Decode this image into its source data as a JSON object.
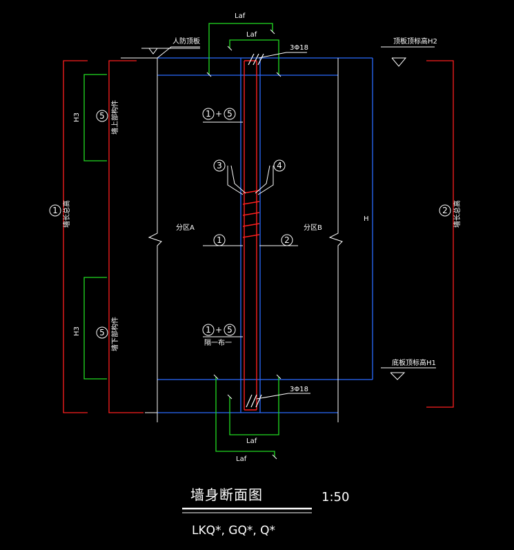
{
  "drawing": {
    "title": "墙身断面图",
    "scale": "1:50",
    "subtitle": "LKQ*, GQ*, Q*"
  },
  "labels": {
    "laf": "Laf",
    "top_rebar": "3Φ18",
    "bottom_rebar": "3Φ18",
    "civil_roof": "人防顶板",
    "roof_elev": "顶板顶标高H2",
    "floor_elev": "底板顶标高H1",
    "zone_a": "分区A",
    "zone_b": "分区B",
    "dim_h": "H",
    "dim_h3": "H3",
    "side_left_total": "墙长总高",
    "side_right_total": "墙长总高",
    "side_upper": "墙上部构件",
    "side_lower": "墙下部构件",
    "per_cloth": "隔一布一"
  },
  "callouts": {
    "c1": "1",
    "c2": "2",
    "c3": "3",
    "c4": "4",
    "c5": "5",
    "c1p5_top": "1+5",
    "c1p5_bot": "1+5",
    "plus": "+"
  },
  "colors": {
    "background": "#000000",
    "red": "#ff2020",
    "blue": "#2a6bff",
    "green": "#22dd22",
    "white": "#ffffff"
  }
}
